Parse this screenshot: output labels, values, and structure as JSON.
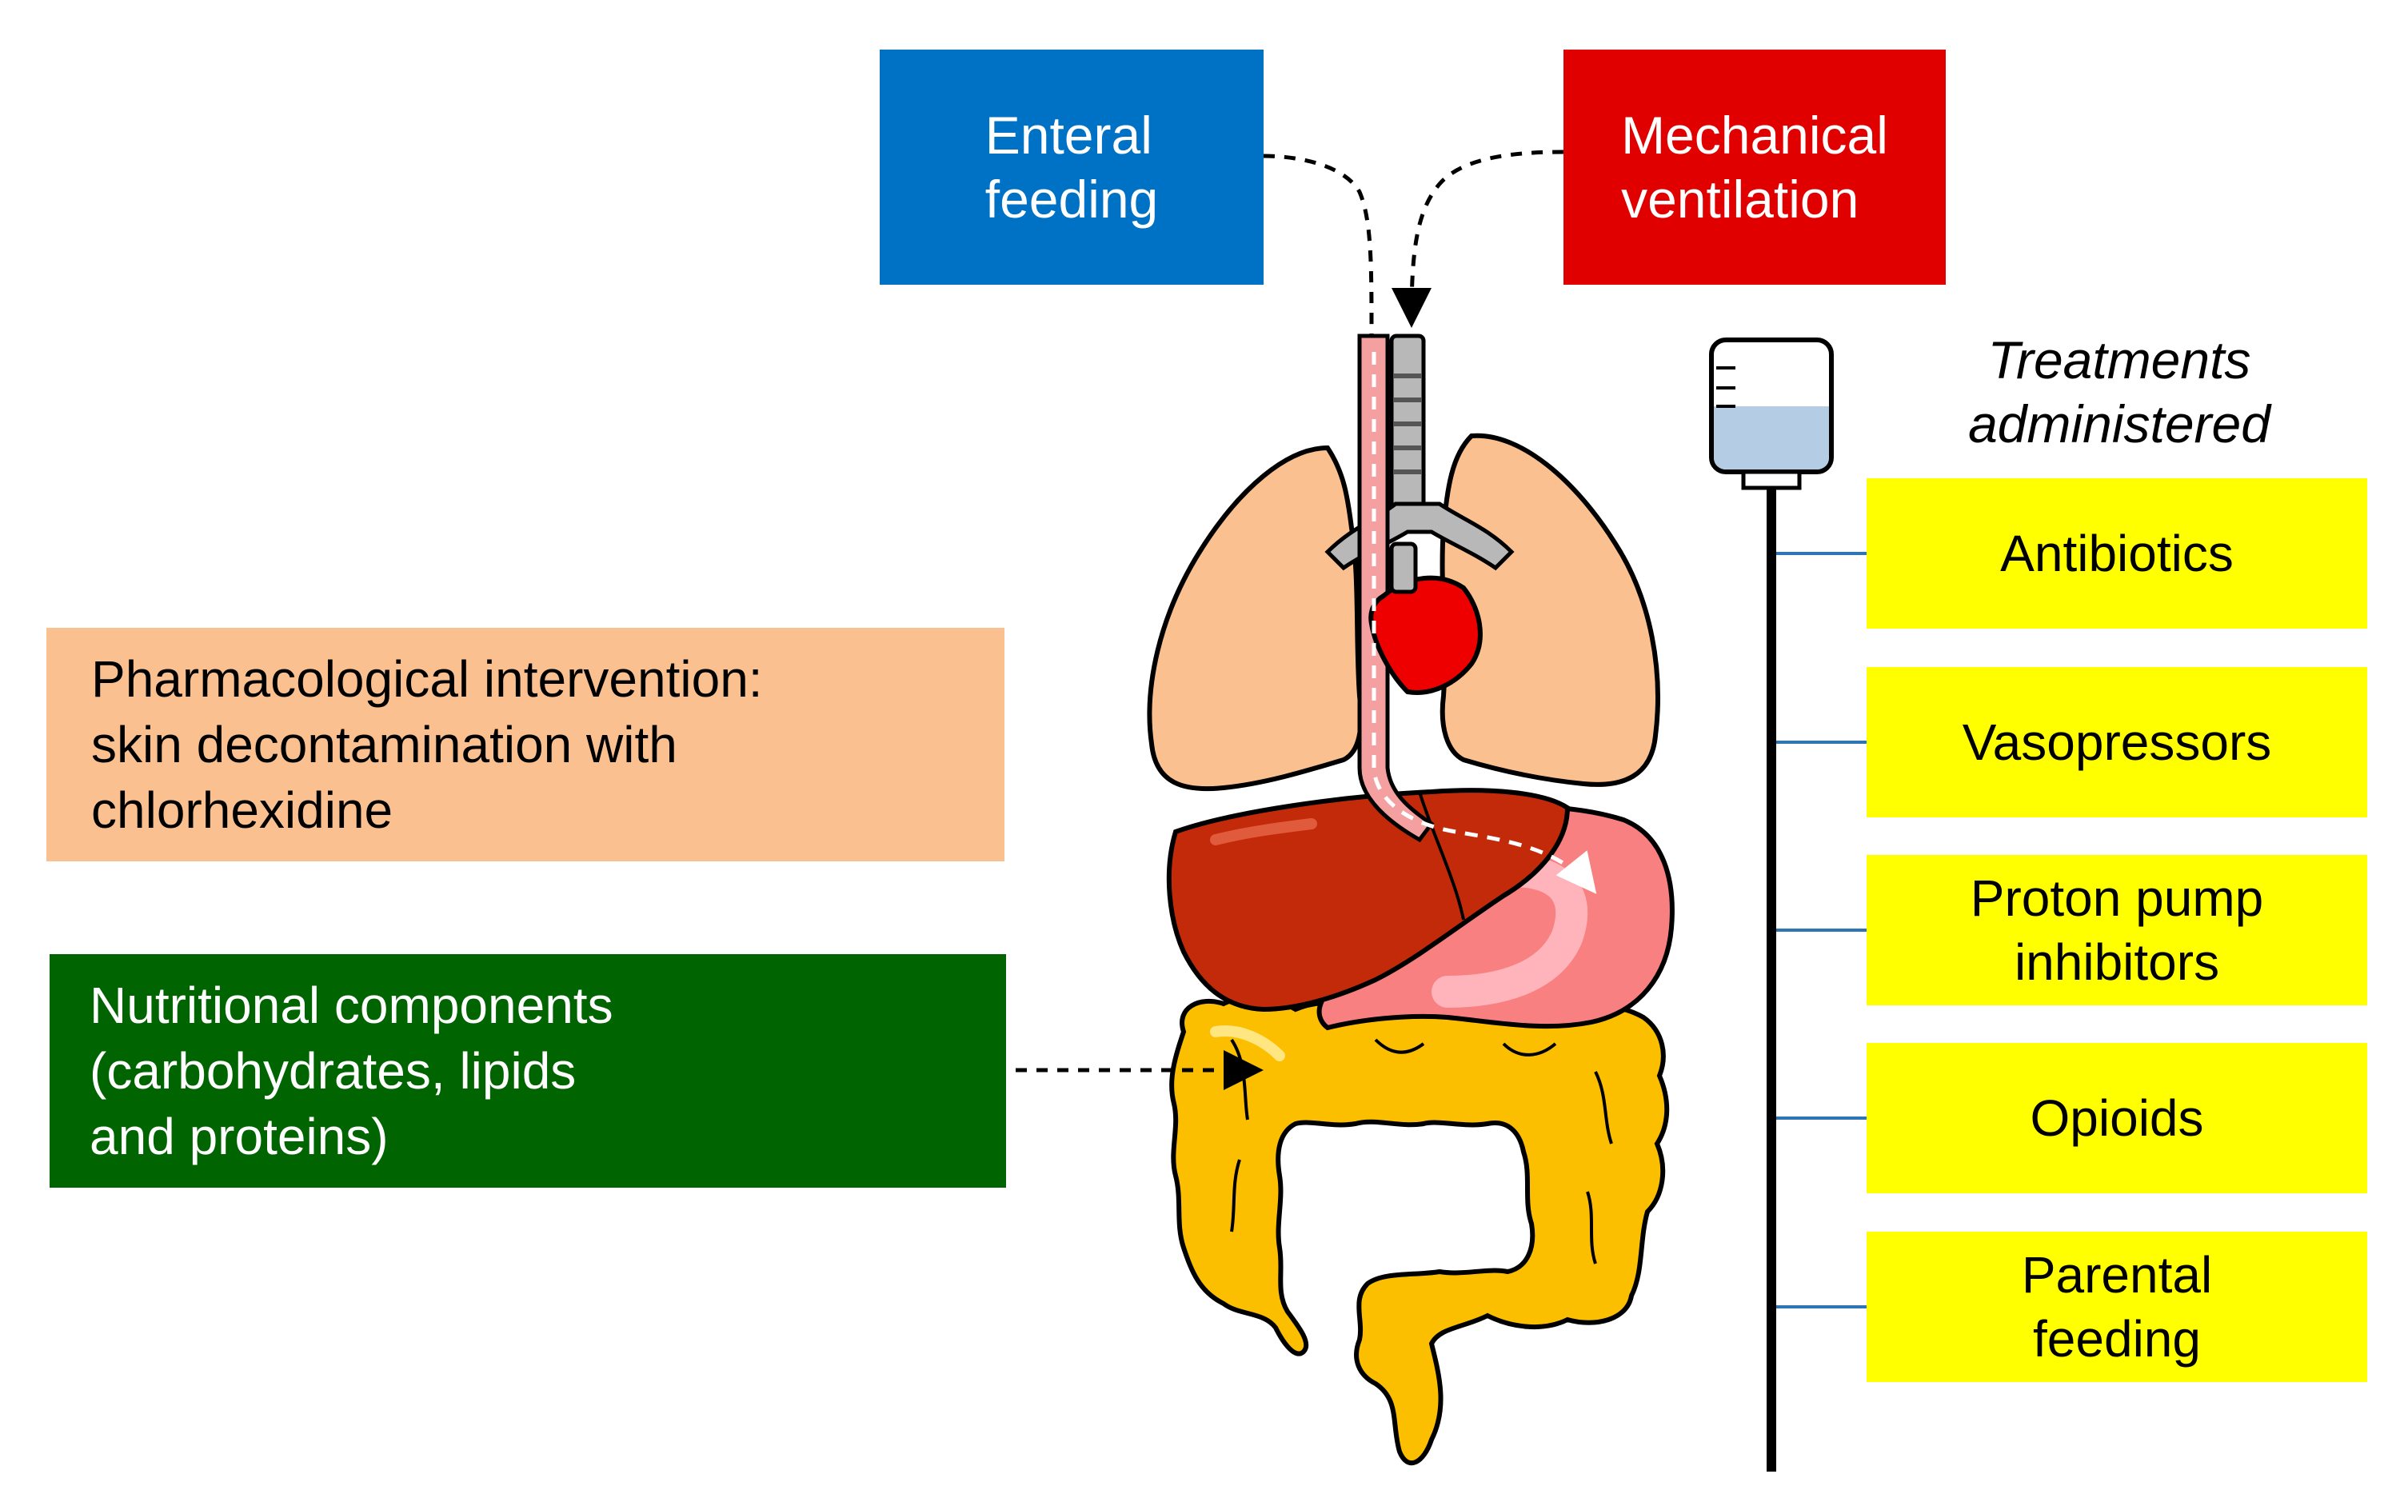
{
  "top_boxes": {
    "enteral": {
      "lines": [
        "Enteral",
        "feeding"
      ],
      "color": "#0072c6"
    },
    "ventilation": {
      "lines": [
        "Mechanical",
        "ventilation"
      ],
      "color": "#e10000"
    }
  },
  "left_boxes": {
    "pharmacological": {
      "lines": [
        "Pharmacological intervention:",
        "skin decontamination with",
        "chlorhexidine"
      ],
      "color": "#fbc090"
    },
    "nutritional": {
      "lines": [
        "Nutritional components",
        "(carbohydrates, lipids",
        "and proteins)"
      ],
      "color": "#006400"
    }
  },
  "treatments": {
    "title_lines": [
      "Treatments",
      "administered"
    ],
    "box_color": "#ffff00",
    "connector_color": "#2e75b6",
    "items": [
      {
        "lines": [
          "Antibiotics"
        ]
      },
      {
        "lines": [
          "Vasopressors"
        ]
      },
      {
        "lines": [
          "Proton pump",
          "inhibitors"
        ]
      },
      {
        "lines": [
          "Opioids"
        ]
      },
      {
        "lines": [
          "Parental",
          "feeding"
        ]
      }
    ]
  },
  "organ_colors": {
    "lungs": "#fbc090",
    "heart": "#ee0000",
    "liver": "#c22a0a",
    "stomach": "#f88080",
    "intestine": "#fbbf00",
    "esophagus": "#f4a0a0",
    "trachea": "#b8b8b8",
    "iv_fluid": "#b4cde4"
  }
}
